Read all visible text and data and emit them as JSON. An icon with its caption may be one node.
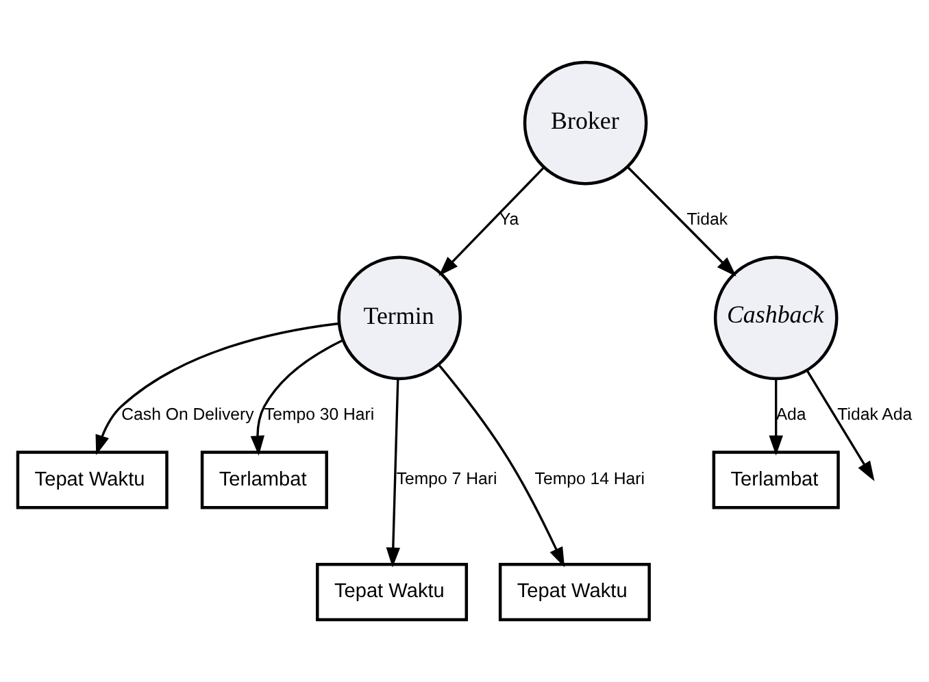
{
  "diagram": {
    "nodes": [
      {
        "text": [
          "Broker"
        ]
      },
      {
        "text": [
          "Termin"
        ]
      },
      {
        "text": [
          "Cashback"
        ]
      },
      {
        "text": [
          "Tepat Waktu"
        ]
      },
      {
        "text": [
          "Terlambat"
        ]
      },
      {
        "text": [
          "Terlambat"
        ]
      },
      {
        "text": [
          "Tepat Waktu"
        ]
      },
      {
        "text": [
          "Tepat Waktu"
        ]
      }
    ],
    "edges": [
      {
        "from": 0,
        "to": 1,
        "arrow": "to",
        "label": "Ya"
      },
      {
        "from": 0,
        "to": 2,
        "arrow": "to",
        "label": "Tidak"
      },
      {
        "from": 1,
        "to": 3,
        "arrow": "to",
        "label": "Cash On Delivery"
      },
      {
        "from": 1,
        "to": 6,
        "arrow": "to",
        "label": "Tempo 7 Hari"
      },
      {
        "from": 1,
        "to": 7,
        "arrow": "to",
        "label": "Tempo 14 Hari"
      },
      {
        "from": 1,
        "to": 4,
        "arrow": "to",
        "label": "Tempo 30 Hari"
      },
      {
        "from": 2,
        "to": 5,
        "arrow": "to",
        "label": "Ada"
      },
      {
        "from": 2,
        "to": null,
        "arrow": "to",
        "label": "Tidak Ada"
      }
    ]
  }
}
